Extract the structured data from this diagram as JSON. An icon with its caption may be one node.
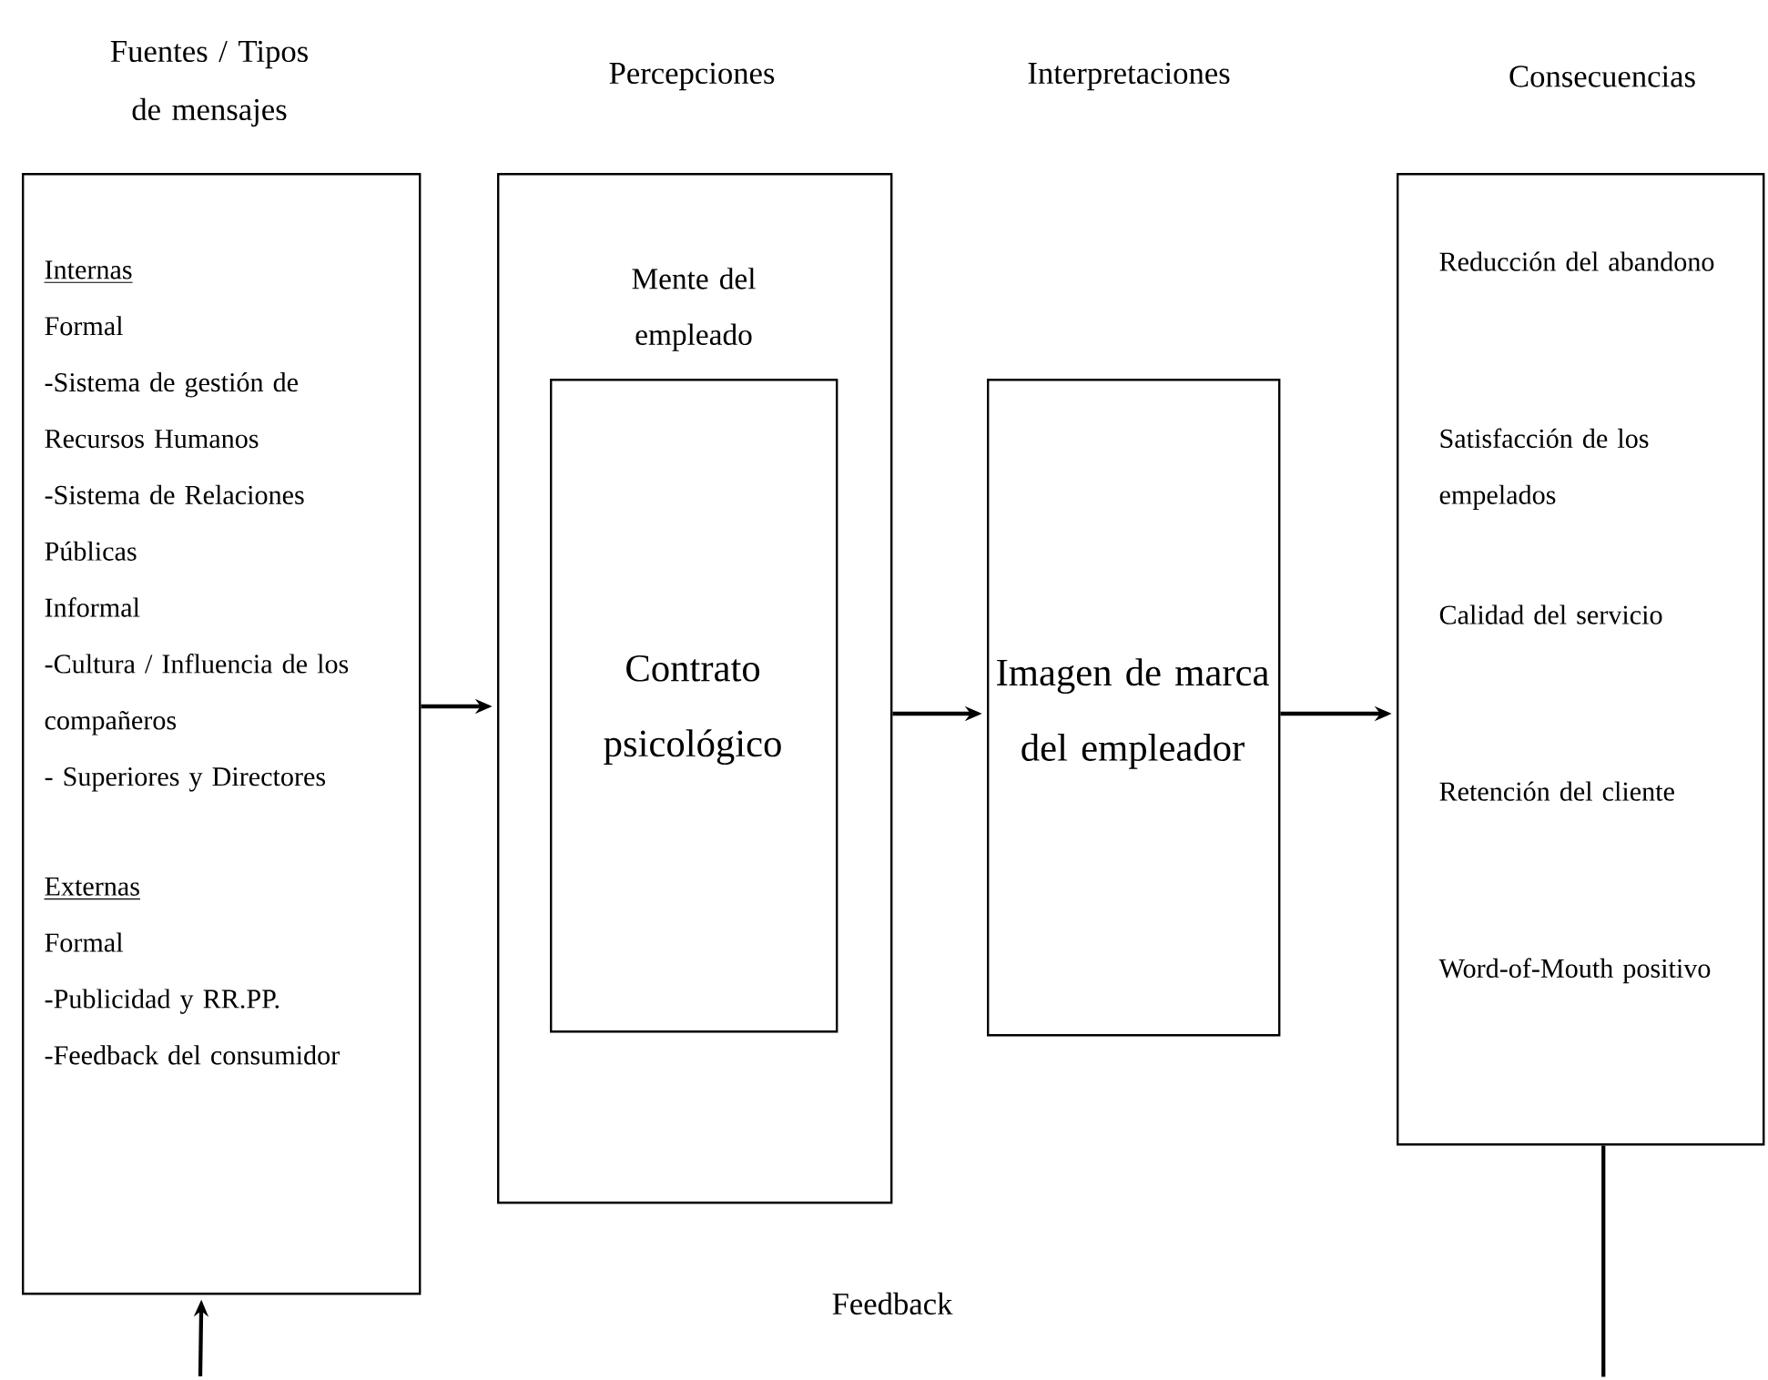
{
  "diagram": {
    "nodes": [
      {
        "text": [
          "Fuentes / Tipos de mensajes",
          "Internas",
          "Formal",
          "-Sistema de gestión de Recursos Humanos",
          "-Sistema de Relaciones Públicas",
          "Informal",
          "-Cultura / Influencia de los compañeros",
          "- Superiores y Directores",
          "Externas",
          "Formal",
          "-Publicidad y RR.PP.",
          "-Feedback del consumidor"
        ]
      },
      {
        "text": [
          "Percepciones",
          "Mente del empleado"
        ]
      },
      {
        "text": [
          "Contrato psicológico"
        ],
        "in": 1
      },
      {
        "text": [
          "Imagen de marca del empleador"
        ]
      },
      {
        "text": [
          "Consecuencias",
          "Reducción del abandono",
          "Satisfacción de los empelados",
          "Calidad del servicio",
          "Retención del cliente",
          "Word-of-Mouth positivo"
        ]
      }
    ],
    "edges": [
      {
        "from": 0,
        "to": 1,
        "arrow": "to"
      },
      {
        "from": 1,
        "to": 3,
        "arrow": "to"
      },
      {
        "from": 3,
        "to": 4,
        "arrow": "to"
      },
      {
        "from": 4,
        "to": null,
        "arrow": "none"
      },
      {
        "from": null,
        "to": 0,
        "arrow": "to"
      }
    ],
    "labels": [
      "Interpretaciones",
      "Feedback"
    ]
  }
}
